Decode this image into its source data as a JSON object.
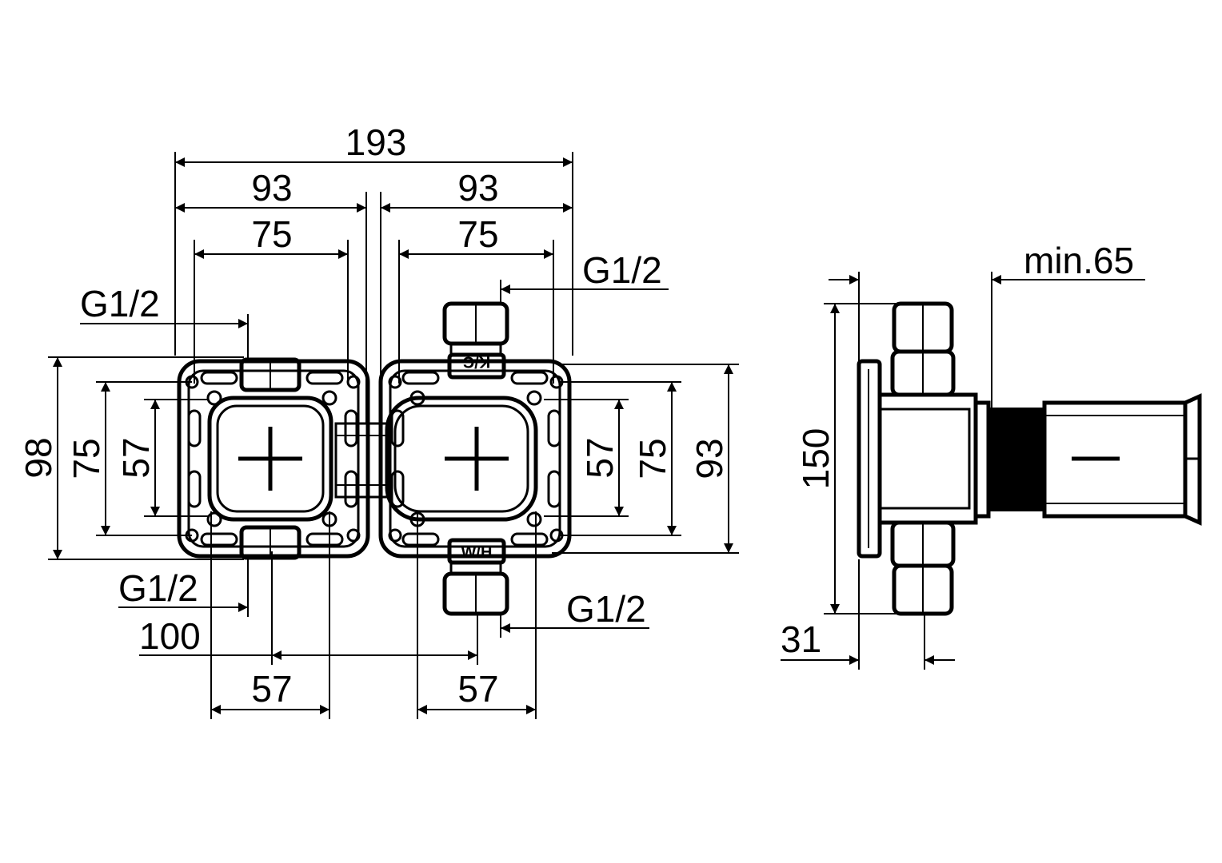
{
  "front_view": {
    "overall_width": "193",
    "half_width_left": "93",
    "half_width_right": "93",
    "frame_width_left": "75",
    "frame_width_right": "75",
    "thread_top_left": "G1/2",
    "thread_top_right": "G1/2",
    "thread_bottom_left": "G1/2",
    "thread_bottom_right": "G1/2",
    "height_left_outer": "98",
    "height_left_frame": "75",
    "height_left_inner": "57",
    "height_right_inner": "57",
    "height_right_frame": "75",
    "height_right_outer": "93",
    "centers_distance": "100",
    "bottom_left_width": "57",
    "bottom_right_width": "57",
    "port_label_cold": "K/C",
    "port_label_hot": "W/H"
  },
  "side_view": {
    "install_depth": "min.65",
    "total_height": "150",
    "base_depth": "31"
  }
}
